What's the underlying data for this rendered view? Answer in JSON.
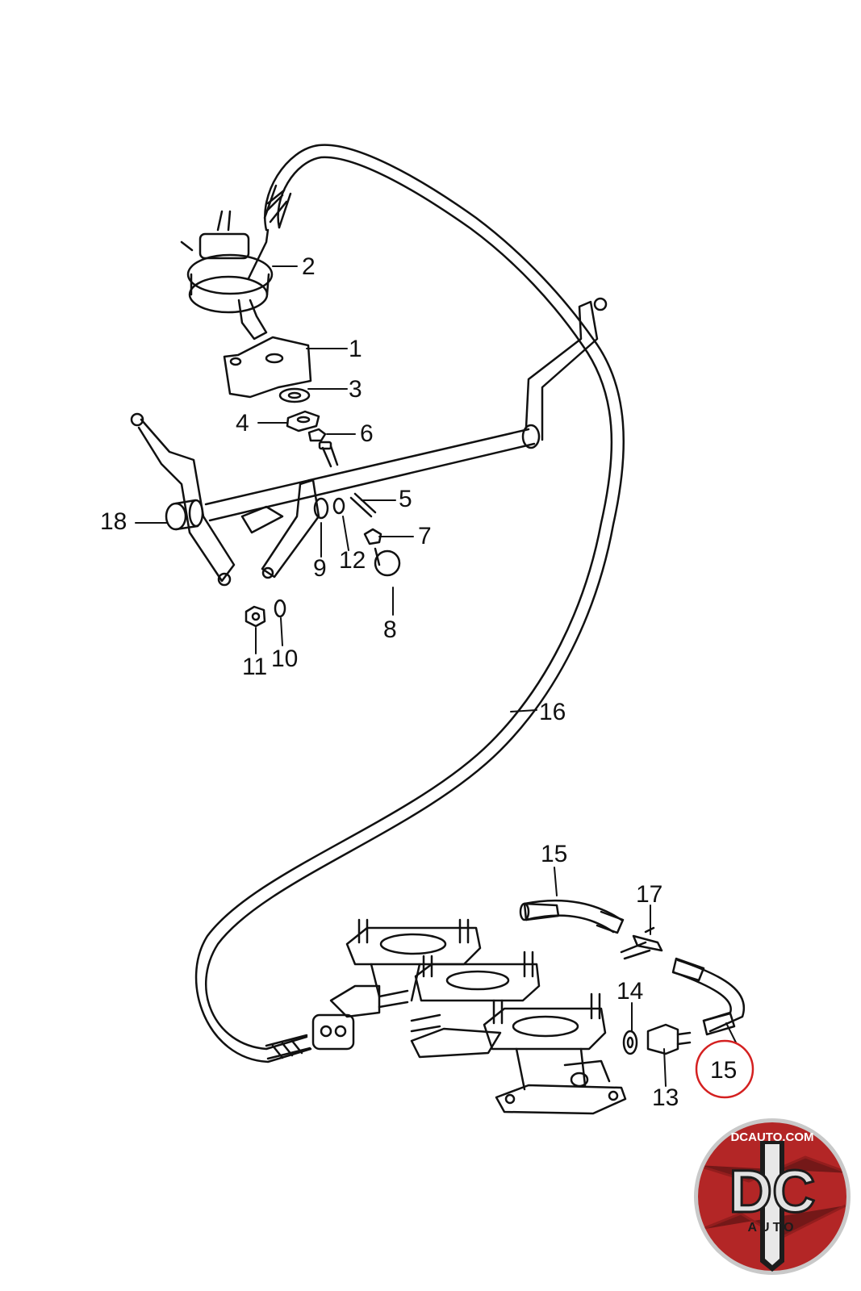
{
  "diagram": {
    "callouts": {
      "c1": "1",
      "c2": "2",
      "c3": "3",
      "c4": "4",
      "c5": "5",
      "c6": "6",
      "c7": "7",
      "c8": "8",
      "c9": "9",
      "c10": "10",
      "c11": "11",
      "c12": "12",
      "c13": "13",
      "c14": "14",
      "c15a": "15",
      "c15b": "15",
      "c16": "16",
      "c17": "17",
      "c18": "18"
    },
    "highlight_callout": "15",
    "highlight_color": "#d42020"
  },
  "logo": {
    "url_text": "DCAUTO.COM",
    "letters": "DC",
    "sub": "AUTO",
    "colors": {
      "ring": "#c9c9c9",
      "fill": "#b32626",
      "dark": "#1c1c1c"
    }
  }
}
